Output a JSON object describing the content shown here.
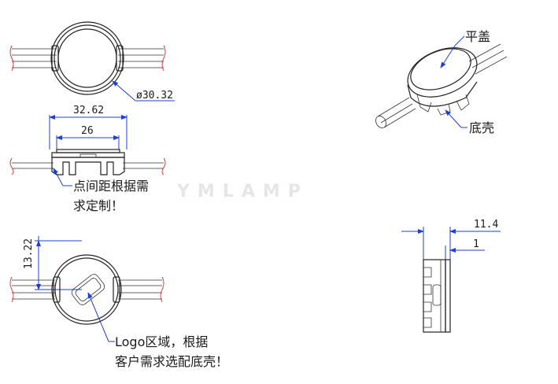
{
  "watermark": "YMLAMP",
  "dimensions": {
    "diameter": "ø30.32",
    "width_outer": "32.62",
    "width_inner": "26",
    "offset_side": "13.22",
    "height": "11.4",
    "cap_thickness": "1"
  },
  "notes": {
    "pitch_line1": "点间距根据需",
    "pitch_line2": "求定制！",
    "cap_label": "平盖",
    "shell_label": "底壳",
    "logo_line1": "Logo区域，根据",
    "logo_line2": "客户需求选配底壳！"
  }
}
